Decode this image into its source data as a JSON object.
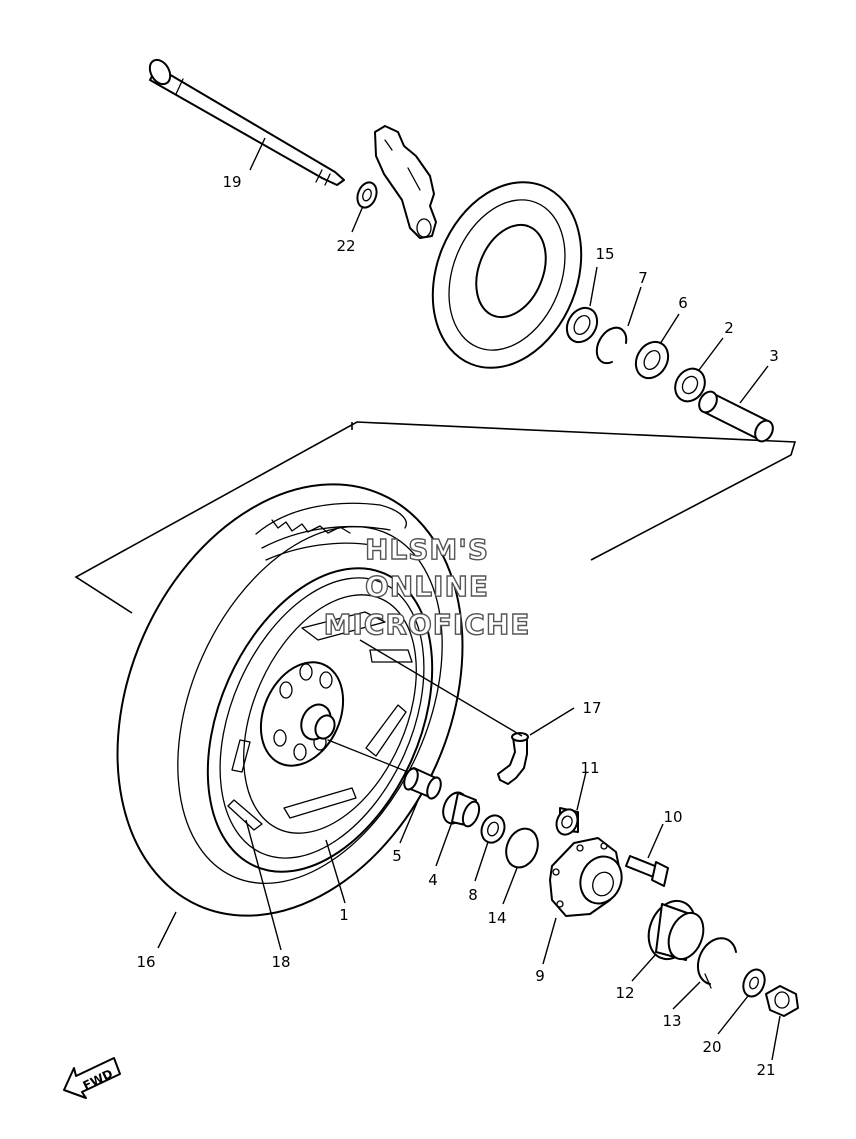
{
  "watermark": {
    "line1": "HLSM'S",
    "line2": "ONLINE",
    "line3": "MICROFICHE"
  },
  "direction_label": "FWD",
  "callouts": {
    "c1": "1",
    "c2": "2",
    "c3": "3",
    "c4": "4",
    "c5": "5",
    "c6": "6",
    "c7": "7",
    "c8": "8",
    "c9": "9",
    "c10": "10",
    "c11": "11",
    "c12": "12",
    "c13": "13",
    "c14": "14",
    "c15": "15",
    "c16": "16",
    "c17": "17",
    "c18": "18",
    "c19": "19",
    "c20": "20",
    "c21": "21",
    "c22": "22"
  }
}
